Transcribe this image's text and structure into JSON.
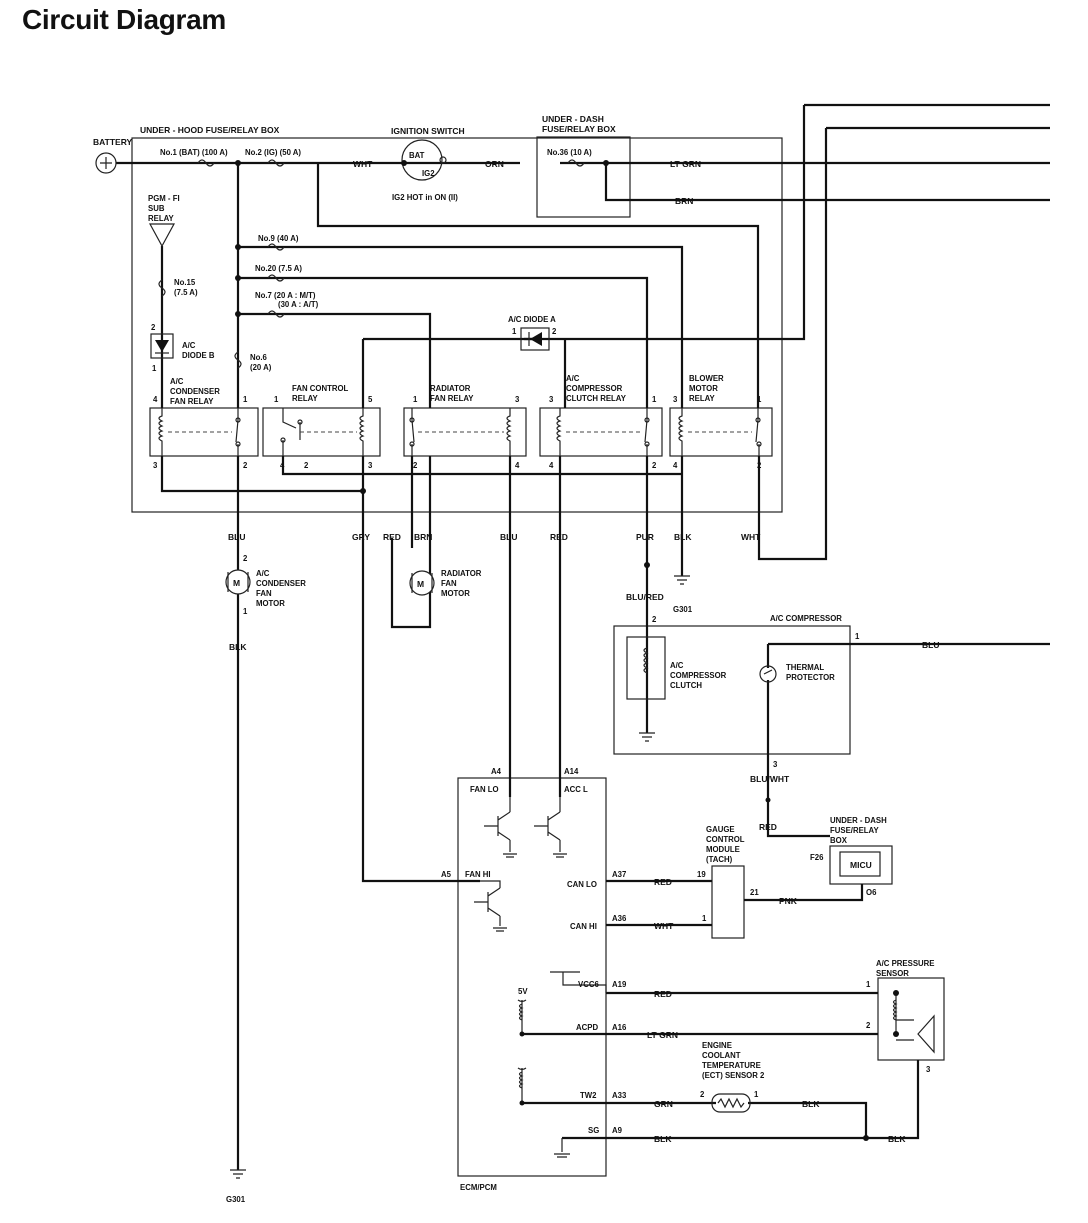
{
  "title": "Circuit Diagram",
  "labels": {
    "battery": "BATTERY",
    "underhood_box": "UNDER - HOOD FUSE/RELAY BOX",
    "ignition_switch": "IGNITION SWITCH",
    "bat": "BAT",
    "ig2": "IG2",
    "ig2_hot": "IG2 HOT in ON (II)",
    "underdash_box_l1": "UNDER - DASH",
    "underdash_box_l2": "FUSE/RELAY BOX",
    "fuse_no1": "No.1 (BAT) (100 A)",
    "fuse_no2": "No.2 (IG) (50 A)",
    "fuse_no36": "No.36 (10 A)",
    "fuse_no9": "No.9 (40 A)",
    "fuse_no20": "No.20 (7.5 A)",
    "fuse_no7_l1": "No.7  (20 A : M/T)",
    "fuse_no7_l2": "(30 A : A/T)",
    "fuse_no15_l1": "No.15",
    "fuse_no15_l2": "(7.5 A)",
    "fuse_no6_l1": "No.6",
    "fuse_no6_l2": "(20 A)",
    "pgm_fi_l1": "PGM - FI",
    "pgm_fi_l2": "SUB",
    "pgm_fi_l3": "RELAY",
    "diode_b_l1": "A/C",
    "diode_b_l2": "DIODE B",
    "diode_a": "A/C DIODE A",
    "ac_cond_relay_l1": "A/C",
    "ac_cond_relay_l2": "CONDENSER",
    "ac_cond_relay_l3": "FAN RELAY",
    "fan_ctrl_relay_l1": "FAN CONTROL",
    "fan_ctrl_relay_l2": "RELAY",
    "rad_relay_l1": "RADIATOR",
    "rad_relay_l2": "FAN RELAY",
    "comp_relay_l1": "A/C",
    "comp_relay_l2": "COMPRESSOR",
    "comp_relay_l3": "CLUTCH RELAY",
    "blower_relay_l1": "BLOWER",
    "blower_relay_l2": "MOTOR",
    "blower_relay_l3": "RELAY",
    "ac_cond_motor_l1": "A/C",
    "ac_cond_motor_l2": "CONDENSER",
    "ac_cond_motor_l3": "FAN",
    "ac_cond_motor_l4": "MOTOR",
    "rad_motor_l1": "RADIATOR",
    "rad_motor_l2": "FAN",
    "rad_motor_l3": "MOTOR",
    "motor_symbol": "M",
    "g301": "G301",
    "ac_compressor": "A/C COMPRESSOR",
    "comp_clutch_l1": "A/C",
    "comp_clutch_l2": "COMPRESSOR",
    "comp_clutch_l3": "CLUTCH",
    "thermal_l1": "THERMAL",
    "thermal_l2": "PROTECTOR",
    "gauge_l1": "GAUGE",
    "gauge_l2": "CONTROL",
    "gauge_l3": "MODULE",
    "gauge_l4": "(TACH)",
    "ud_box2_l1": "UNDER - DASH",
    "ud_box2_l2": "FUSE/RELAY",
    "ud_box2_l3": "BOX",
    "micu": "MICU",
    "f26": "F26",
    "o6": "O6",
    "pressure_l1": "A/C PRESSURE",
    "pressure_l2": "SENSOR",
    "ect_l1": "ENGINE",
    "ect_l2": "COOLANT",
    "ect_l3": "TEMPERATURE",
    "ect_l4": "(ECT) SENSOR 2",
    "ecm_pcm": "ECM/PCM",
    "fan_lo": "FAN LO",
    "acc_l": "ACC L",
    "fan_hi": "FAN HI",
    "can_lo": "CAN LO",
    "can_hi": "CAN HI",
    "vcc6": "VCC6",
    "acpd": "ACPD",
    "tw2": "TW2",
    "sg": "SG",
    "pin_a4": "A4",
    "pin_a14": "A14",
    "pin_a5": "A5",
    "pin_a37": "A37",
    "pin_a36": "A36",
    "pin_a19": "A19",
    "pin_a16": "A16",
    "pin_a33": "A33",
    "pin_a9": "A9",
    "five_v": "5V"
  },
  "wires": {
    "wht": "WHT",
    "orn": "ORN",
    "lt_grn": "LT GRN",
    "brn": "BRN",
    "blu": "BLU",
    "gry": "GRY",
    "red": "RED",
    "pur": "PUR",
    "blk": "BLK",
    "blu_red": "BLU/RED",
    "blu_wht": "BLU/WHT",
    "pnk": "PNK",
    "grn": "GRN"
  },
  "pins": {
    "p1": "1",
    "p2": "2",
    "p3": "3",
    "p4": "4",
    "p5": "5",
    "p19": "19",
    "p21": "21"
  }
}
